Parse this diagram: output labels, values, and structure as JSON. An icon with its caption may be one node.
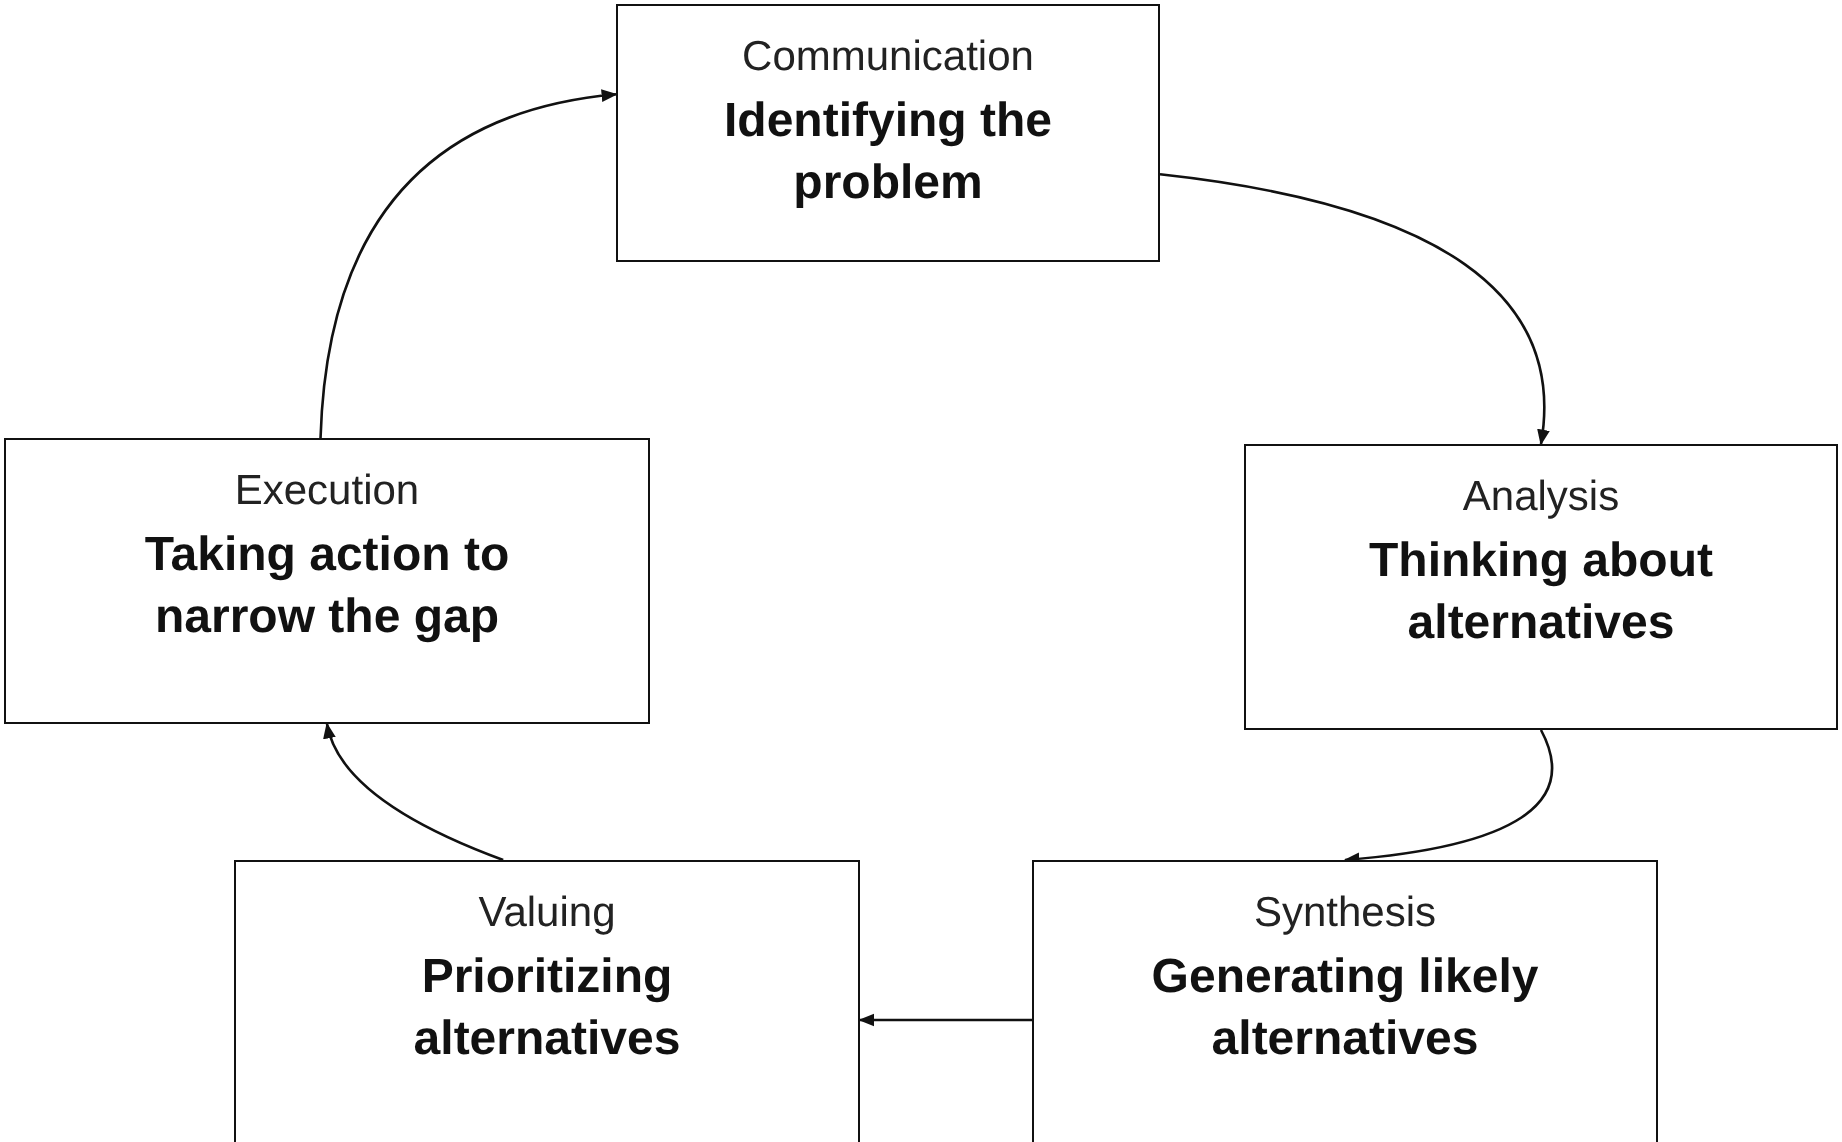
{
  "diagram": {
    "nodes": [
      {
        "text": [
          "Communication",
          "Identifying the problem"
        ]
      },
      {
        "text": [
          "Analysis",
          "Thinking about alternatives"
        ]
      },
      {
        "text": [
          "Synthesis",
          "Generating likely alternatives"
        ]
      },
      {
        "text": [
          "Valuing",
          "Prioritizing alternatives"
        ]
      },
      {
        "text": [
          "Execution",
          "Taking action to narrow the gap"
        ]
      }
    ],
    "edges": [
      {
        "from": 0,
        "to": 1,
        "arrow": "to"
      },
      {
        "from": 1,
        "to": 2,
        "arrow": "to"
      },
      {
        "from": 2,
        "to": 3,
        "arrow": "to"
      },
      {
        "from": 3,
        "to": 4,
        "arrow": "to"
      },
      {
        "from": 4,
        "to": 0,
        "arrow": "to"
      }
    ]
  }
}
